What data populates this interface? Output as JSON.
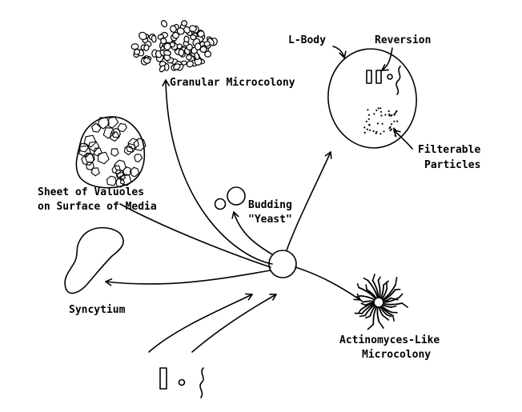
{
  "labels": {
    "granular": "Granular Microcolony",
    "lbody": "L-Body",
    "reversion": "Reversion",
    "filterable_1": "Filterable",
    "filterable_2": "Particles",
    "sheet_1": "Sheet of Valuoles",
    "sheet_2": "on Surface of Media",
    "budding_1": "Budding",
    "budding_2": "\"Yeast\"",
    "syncytium": "Syncytium",
    "actino_1": "Actinomyces-Like",
    "actino_2": "Microcolony"
  },
  "colors": {
    "ink": "#000000",
    "paper": "#ffffff"
  }
}
